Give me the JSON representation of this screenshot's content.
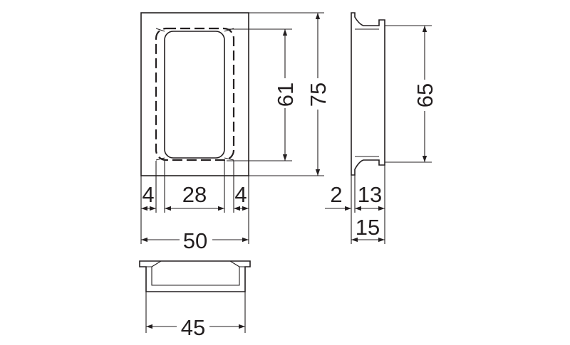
{
  "dimensions": {
    "front_inner_height": "61",
    "front_outer_height": "75",
    "side_body_height": "65",
    "front_left_wall": "4",
    "front_opening_width": "28",
    "front_right_wall": "4",
    "front_outer_width": "50",
    "side_flange_depth": "2",
    "side_body_depth": "13",
    "side_total_depth": "15",
    "bottom_body_width": "45"
  },
  "colors": {
    "line": "#231f20",
    "background": "#ffffff"
  }
}
